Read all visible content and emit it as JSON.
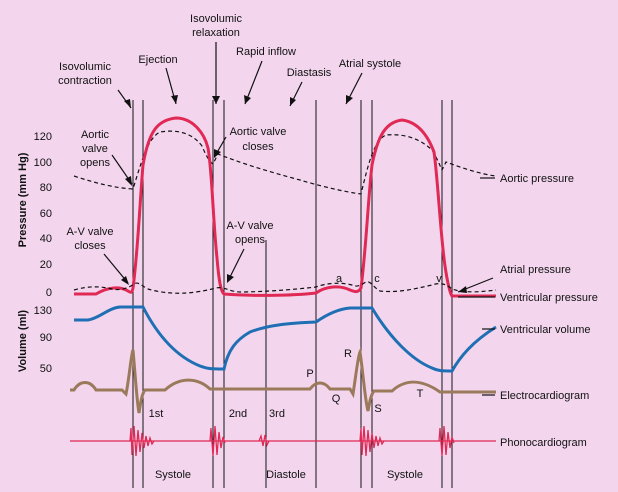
{
  "colors": {
    "background": "#f3d6ee",
    "ventricular_pressure": "#e02a55",
    "ventricular_volume": "#1f6fb4",
    "electrocardiogram": "#9a7a5a",
    "phonocardiogram": "#e02a55",
    "dashed": "#111111"
  },
  "phase_labels": {
    "isovolumic_contraction_1": "Isovolumic",
    "isovolumic_contraction_2": "contraction",
    "ejection": "Ejection",
    "isovolumic_relaxation_1": "Isovolumic",
    "isovolumic_relaxation_2": "relaxation",
    "rapid_inflow": "Rapid inflow",
    "diastasis": "Diastasis",
    "atrial_systole": "Atrial systole"
  },
  "annotations": {
    "aortic_valve_opens_1": "Aortic",
    "aortic_valve_opens_2": "valve",
    "aortic_valve_opens_3": "opens",
    "aortic_valve_closes_1": "Aortic valve",
    "aortic_valve_closes_2": "closes",
    "av_valve_closes_1": "A-V valve",
    "av_valve_closes_2": "closes",
    "av_valve_opens_1": "A-V valve",
    "av_valve_opens_2": "opens"
  },
  "wave_labels": {
    "a": "a",
    "c": "c",
    "v": "v",
    "P": "P",
    "Q": "Q",
    "R": "R",
    "S": "S",
    "T": "T"
  },
  "heart_sounds": {
    "first": "1st",
    "second": "2nd",
    "third": "3rd"
  },
  "axes": {
    "pressure_label": "Pressure (mm Hg)",
    "pressure_ticks": [
      "120",
      "100",
      "80",
      "60",
      "40",
      "20",
      "0"
    ],
    "volume_label": "Volume (ml)",
    "volume_ticks": [
      "130",
      "90",
      "50"
    ]
  },
  "trace_labels": {
    "aortic_pressure": "Aortic pressure",
    "atrial_pressure": "Atrial pressure",
    "ventricular_pressure": "Ventricular pressure",
    "ventricular_volume": "Ventricular volume",
    "electrocardiogram": "Electrocardiogram",
    "phonocardiogram": "Phonocardiogram"
  },
  "period_labels": {
    "systole_1": "Systole",
    "diastole": "Diastole",
    "systole_2": "Systole"
  }
}
